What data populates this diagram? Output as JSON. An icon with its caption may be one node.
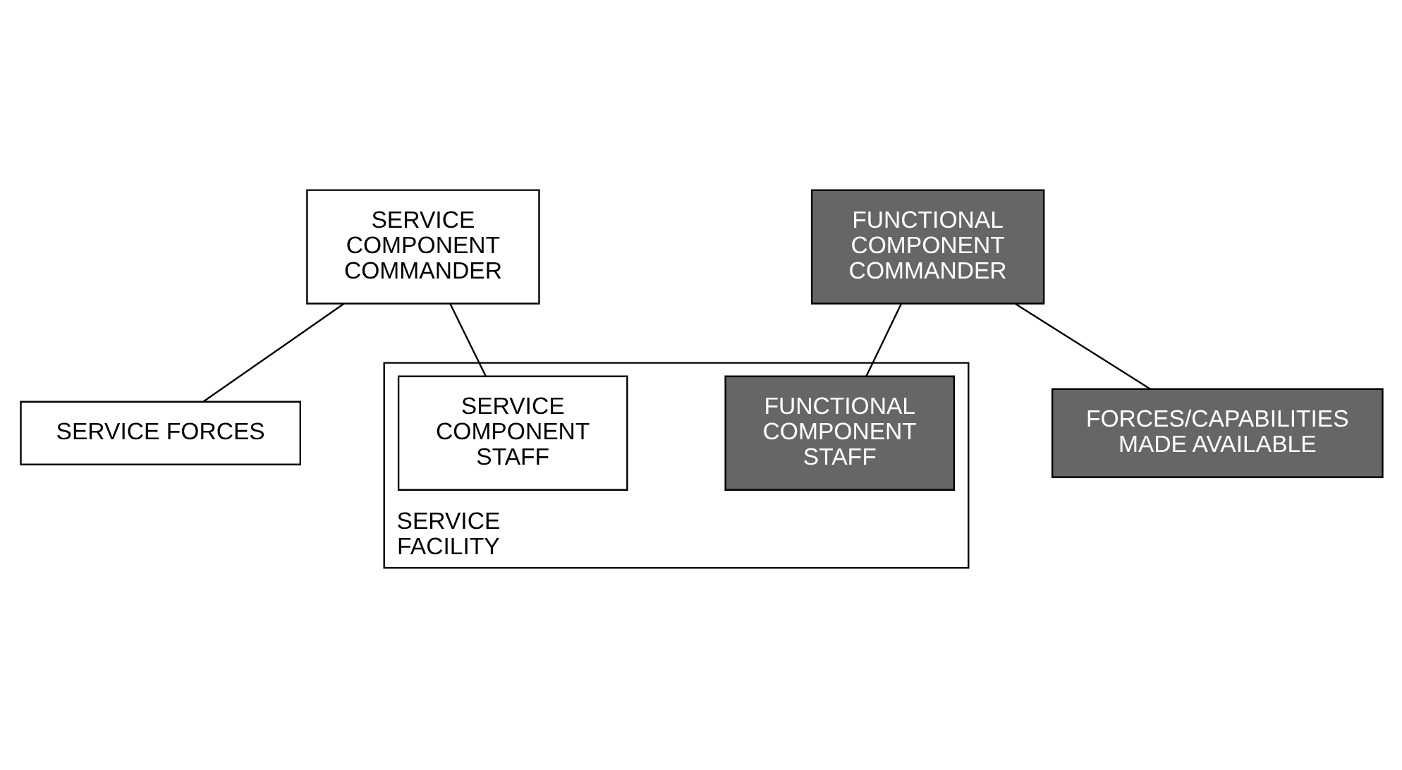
{
  "diagram": {
    "nodes": [
      {
        "text": [
          "SERVICE COMPONENT COMMANDER"
        ]
      },
      {
        "text": [
          "FUNCTIONAL COMPONENT COMMANDER"
        ]
      },
      {
        "text": [
          "SERVICE FACILITY"
        ]
      },
      {
        "text": [
          "SERVICE COMPONENT STAFF"
        ],
        "in": 2
      },
      {
        "text": [
          "FUNCTIONAL COMPONENT STAFF"
        ],
        "in": 2
      },
      {
        "text": [
          "SERVICE FORCES"
        ]
      },
      {
        "text": [
          "FORCES/CAPABILITIES MADE AVAILABLE"
        ]
      }
    ],
    "edges": [
      {
        "from": 0,
        "to": 3,
        "arrow": "none"
      },
      {
        "from": 0,
        "to": 5,
        "arrow": "none"
      },
      {
        "from": 1,
        "to": 6,
        "arrow": "none"
      },
      {
        "from": 1,
        "to": 4,
        "arrow": "none"
      }
    ]
  }
}
